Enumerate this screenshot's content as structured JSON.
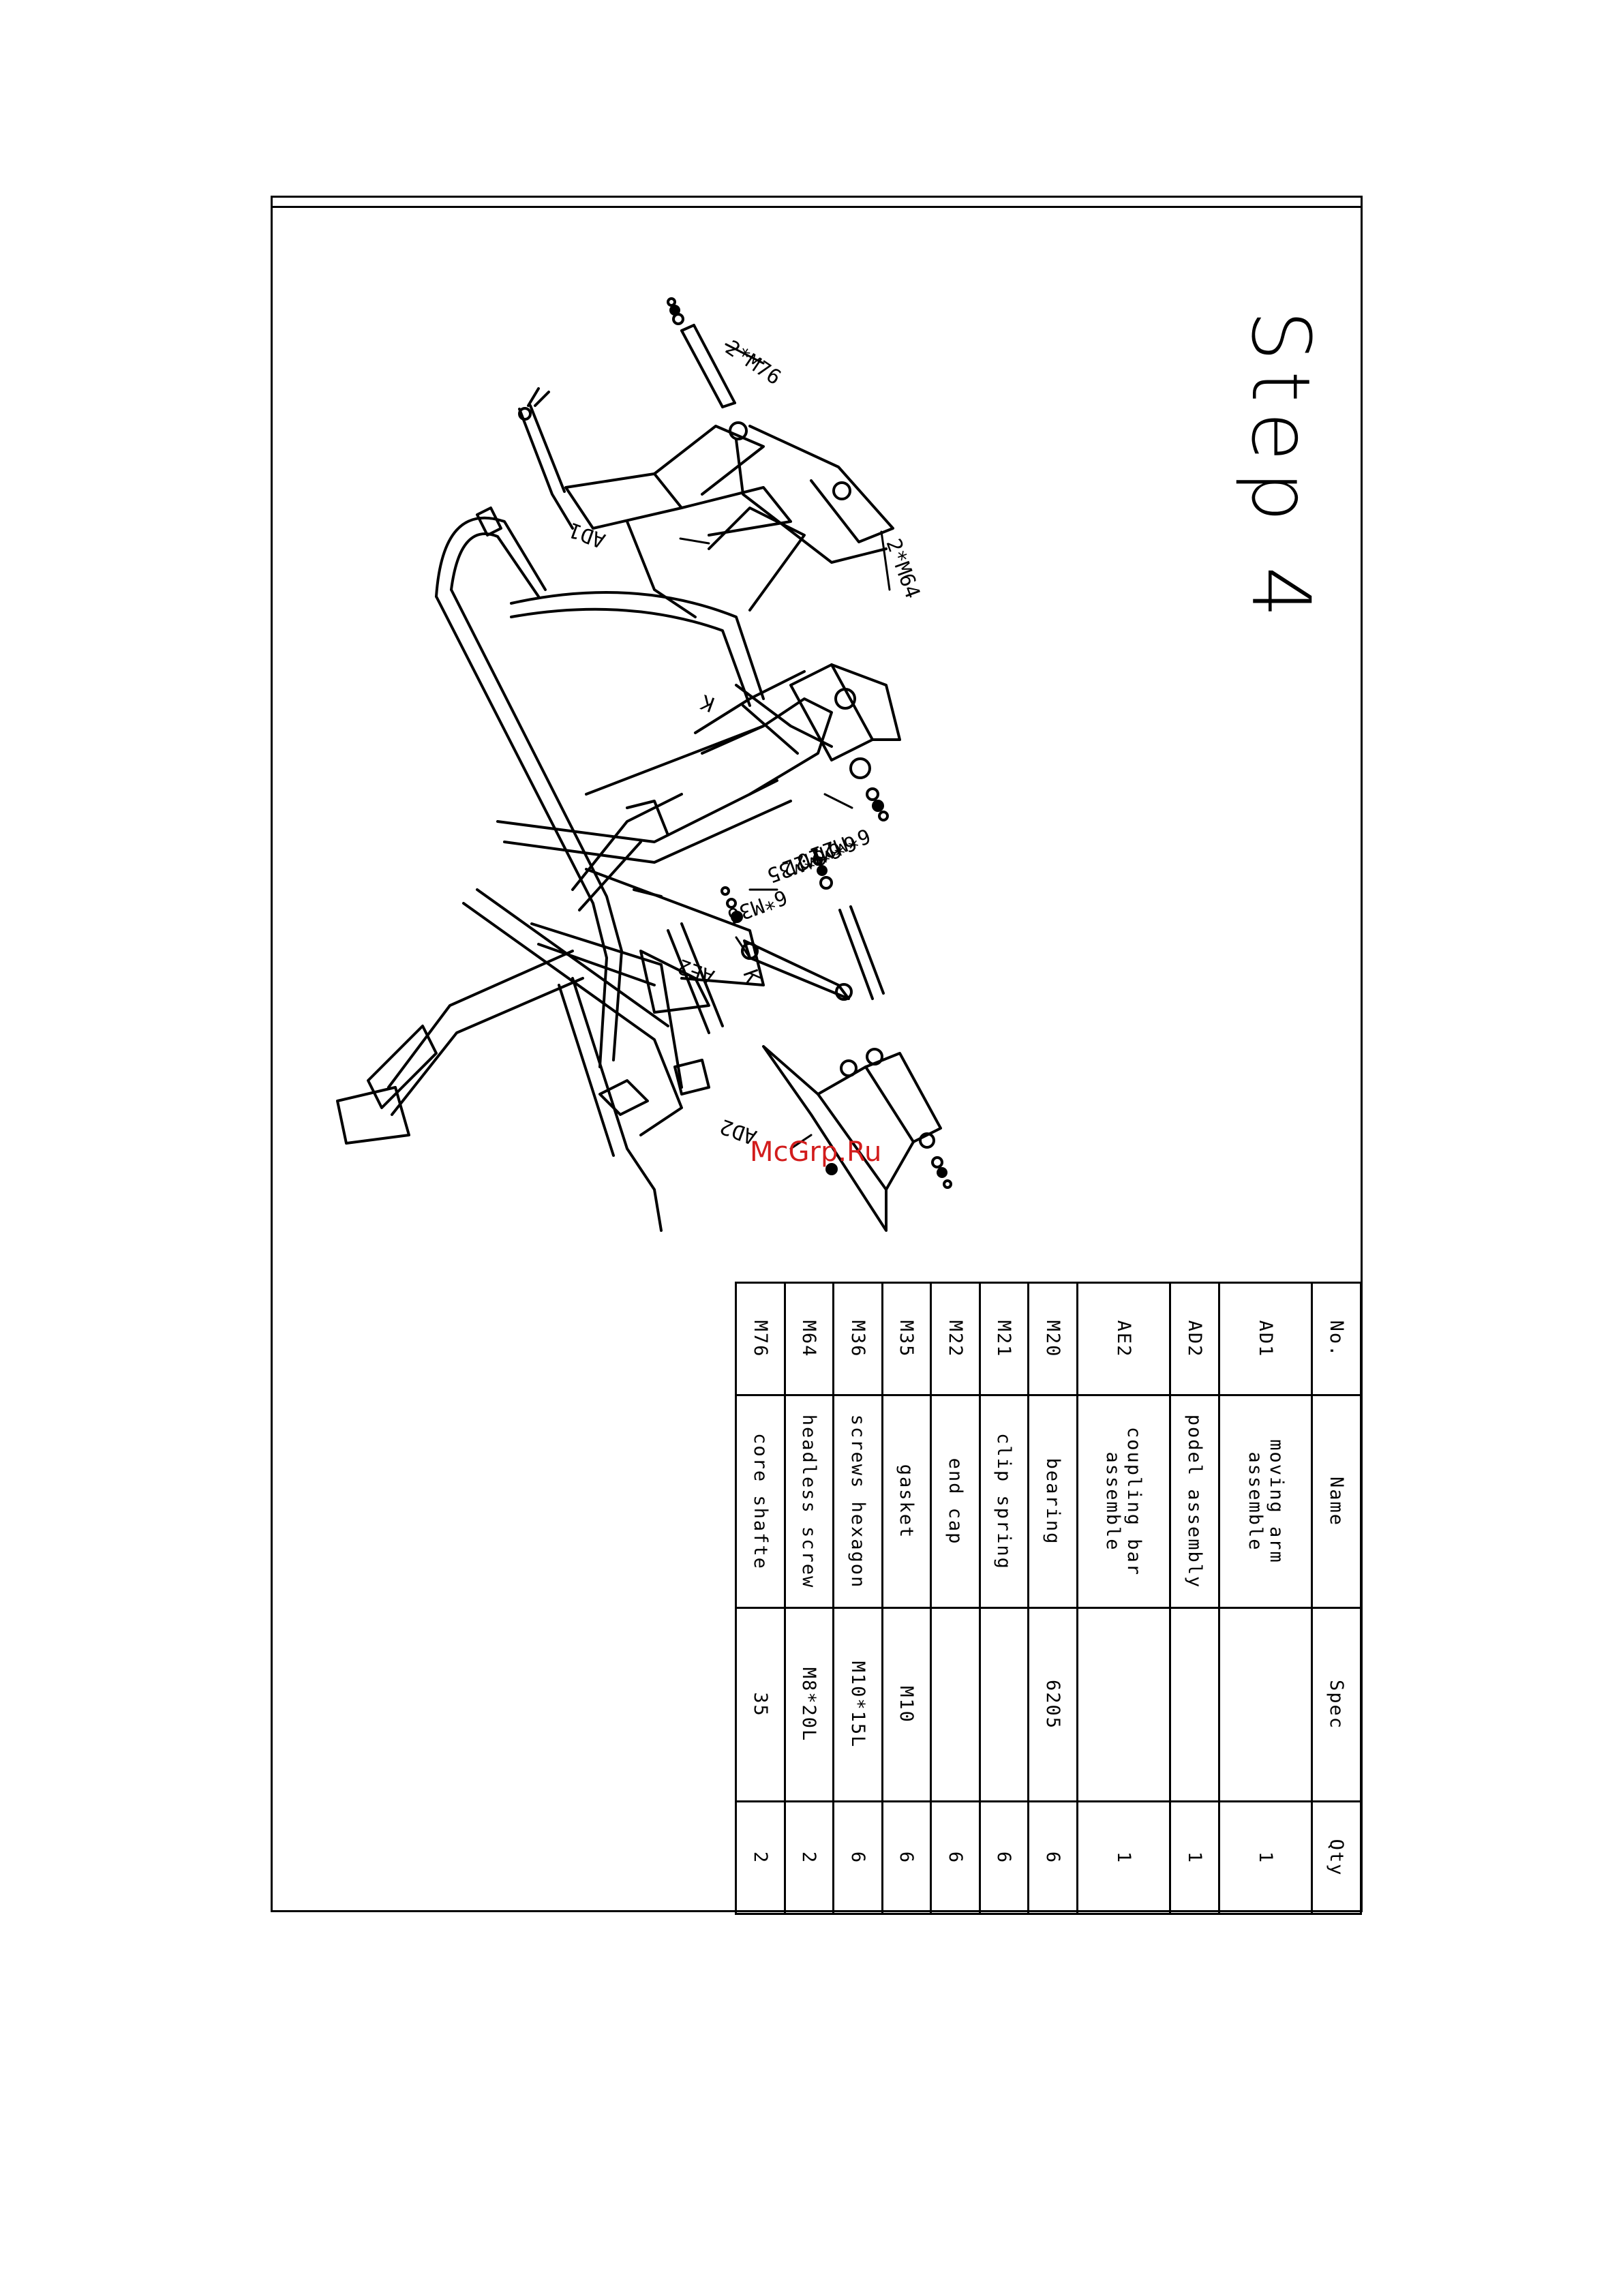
{
  "page": {
    "title": "Step 4",
    "watermark": "McGrp.Ru"
  },
  "callouts": {
    "m76": "2*M76",
    "m64": "2*M64",
    "ad1": "AD1",
    "k_top": "K",
    "m35": "6*M35",
    "m22": "6*M22",
    "m20": "6*M20",
    "m21": "6*M21",
    "m36": "6*M36",
    "ae2": "AE2",
    "k_bottom": "K",
    "ad2": "AD2"
  },
  "parts_table": {
    "headers": [
      "No.",
      "Name",
      "Spec",
      "Qty"
    ],
    "rows": [
      {
        "no": "AD1",
        "name": "moving arm assemble",
        "spec": "",
        "qty": "1"
      },
      {
        "no": "AD2",
        "name": "podel assembly",
        "spec": "",
        "qty": "1"
      },
      {
        "no": "AE2",
        "name": "coupling bar assemble",
        "spec": "",
        "qty": "1"
      },
      {
        "no": "M20",
        "name": "bearing",
        "spec": "6205",
        "qty": "6"
      },
      {
        "no": "M21",
        "name": "clip spring",
        "spec": "",
        "qty": "6"
      },
      {
        "no": "M22",
        "name": "end cap",
        "spec": "",
        "qty": "6"
      },
      {
        "no": "M35",
        "name": "gasket",
        "spec": "M10",
        "qty": "6"
      },
      {
        "no": "M36",
        "name": "screws hexagon",
        "spec": "M10*15L",
        "qty": "6"
      },
      {
        "no": "M64",
        "name": "headless screw",
        "spec": "M8*20L",
        "qty": "2"
      },
      {
        "no": "M76",
        "name": "core shafte",
        "spec": "35",
        "qty": "2"
      }
    ]
  }
}
